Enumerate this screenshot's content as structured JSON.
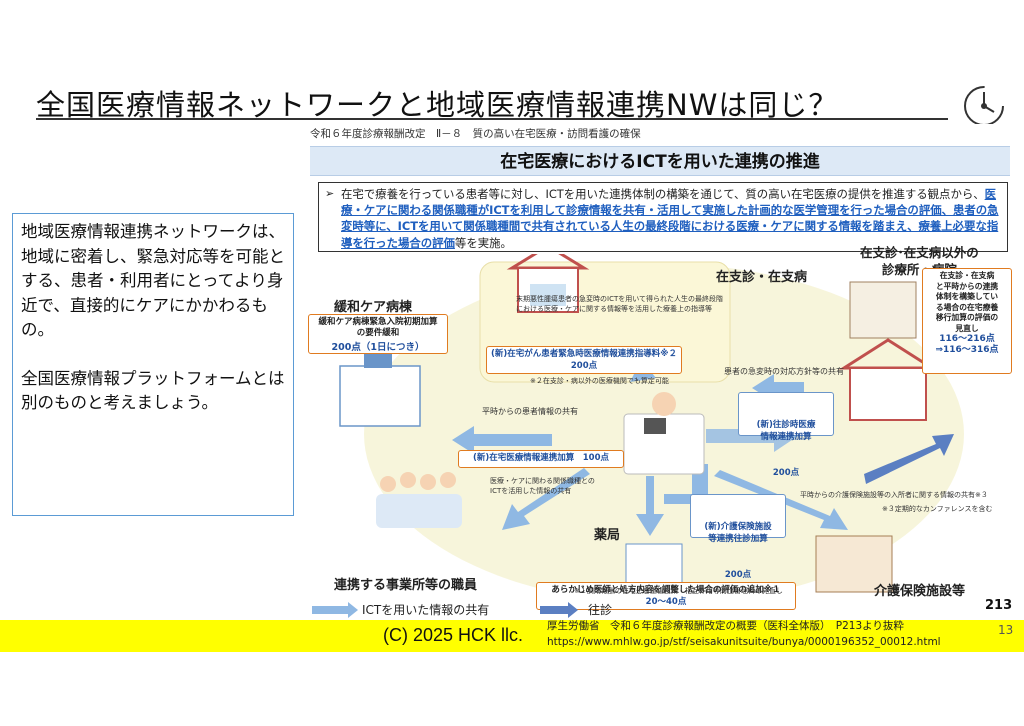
{
  "slide": {
    "title": "全国医療情報ネットワークと地域医療情報連携NWは同じ？",
    "left_note": {
      "para1": "地域医療情報連携ネットワークは、地域に密着し、緊急対応等を可能とする、患者・利用者にとってより身近で、直接的にケアにかかわるもの。",
      "para2": "全国医療情報プラットフォームとは別のものと考えましょう。"
    },
    "page_number": "13"
  },
  "figure": {
    "header": "令和６年度診療報酬改定　Ⅱ－８　質の高い在宅医療・訪問看護の確保",
    "title": "在宅医療におけるICTを用いた連携の推進",
    "bullet_1": "在宅で療養を行っている患者等に対し、ICTを用いた連携体制の構築を通じて、質の高い在宅医療の提供を推進する観点から、",
    "bullet_hl": "医療・ケアに関わる関係職種がICTを利用して診療情報を共有・活用して実施した計画的な医学管理を行った場合の評価、患者の急変時等に、ICTを用いて関係職種間で共有されている人生の最終段階における医療・ケアに関する情報を踏まえ、療養上必要な指導を行った場合の評価",
    "bullet_2": "等を実施。",
    "labels": {
      "zaishin": "在支診・在支病",
      "other_clinics": "在支診･在支病以外の\n診療所・病院",
      "palliative": "緩和ケア病棟",
      "pharmacy": "薬局",
      "staff": "連携する事業所等の職員",
      "care_facility": "介護保険施設等"
    },
    "boxes": {
      "palliative_box": "緩和ケア病棟緊急入院初期加算\nの要件緩和",
      "palliative_points": "200点（1日につき）",
      "emergency_title": "(新)在宅がん患者緊急時医療情報連携指導料※２",
      "emergency_points": "200点",
      "zaitaku_info": "(新)在宅医療情報連携加算　100点",
      "oushin": "(新)往診時医療\n情報連携加算",
      "oushin_points": "200点",
      "kaigo_title": "(新)介護保険施設\n等連携往診加算",
      "kaigo_points": "200点",
      "pharmacy_box": "あらかじめ医師と処方内容を調整した場合の評価の追加※１",
      "pharmacy_points": "20～40点",
      "other_clinic_box": "在支診・在支病\nと平時からの連携\n体制を構築してい\nる場合の在宅療養\n移行加算の評価の\n見直し",
      "other_clinic_points1": "116～216点",
      "other_clinic_points2": "⇒116～316点"
    },
    "notes": {
      "top_center": "末期悪性腫瘍患者の急変時のICTを用いて得られた人生の最終段階\nにおける医療・ケアに関する情報等を活用した療養上の指導等",
      "note2": "※２在支診・病以外の医療機関でも算定可能",
      "emergency_share": "患者の急変時の対応方針等の共有",
      "normal_share": "平時からの患者情報の共有",
      "ict_share": "医療・ケアに関わる関係職種との\nICTを活用した情報の共有",
      "care_share": "平時からの介護保険施設等の入所者に関する情報の共有※３",
      "note3": "※３定期的なカンファレンスを含む",
      "note1": "※１調剤報酬の在宅患者重複投薬・相互作用等防止管理料の見直し"
    },
    "legend": {
      "ict": "ICTを用いた情報の共有",
      "oushin": "往診"
    },
    "page": "213"
  },
  "footer": {
    "copyright": "(C) 2025 HCK llc.",
    "source_line1": "厚生労働省　令和６年度診療報酬改定の概要（医科全体版）　P213より抜粋",
    "source_line2": "https://www.mhlw.go.jp/stf/seisakunitsuite/bunya/0000196352_00012.html"
  },
  "colors": {
    "accent_blue": "#1f5fbf",
    "orange": "#e07b20",
    "arrow_blue": "#8fb8e3",
    "ellipse": "#f3f0c8",
    "yellow": "#ffff00"
  }
}
